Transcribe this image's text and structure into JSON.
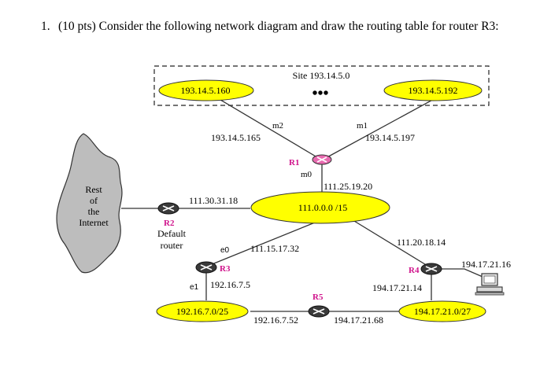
{
  "question": {
    "number": "1.",
    "text": "(10 pts) Consider the following network diagram and draw the routing table for router R3:"
  },
  "diagram": {
    "site_label": "Site 193.14.5.0",
    "site_dots": "•••",
    "cloud_lines": [
      "Rest",
      "of",
      "the",
      "Internet"
    ],
    "networks": {
      "site_left": "193.14.5.160",
      "site_right": "193.14.5.192",
      "center": "111.0.0.0 /15",
      "bottom_left": "192.16.7.0/25",
      "bottom_right": "194.17.21.0/27"
    },
    "routers": {
      "r1": "R1",
      "r2": "R2",
      "r3": "R3",
      "r4": "R4",
      "r5": "R5"
    },
    "r2_caption": [
      "Default",
      "router"
    ],
    "interfaces": {
      "m2": "m2",
      "m1": "m1",
      "m0": "m0",
      "e0": "e0",
      "e1": "e1"
    },
    "addresses": {
      "r1_m2": "193.14.5.165",
      "r1_m1": "193.14.5.197",
      "r1_m0": "111.25.19.20",
      "r2": "111.30.31.18",
      "r3_e0": "111.15.17.32",
      "r3_e1": "192.16.7.5",
      "r4_top": "111.20.18.14",
      "r4_bottom": "194.17.21.14",
      "r5_left": "192.16.7.52",
      "r5_right": "194.17.21.68",
      "host": "194.17.21.16"
    },
    "colors": {
      "network_fill": "#ffff00",
      "router_label": "#d0148c",
      "router_body": "#3a3a3a",
      "r1_body": "#e86ab0",
      "cloud_fill": "#bdbdbd"
    }
  }
}
